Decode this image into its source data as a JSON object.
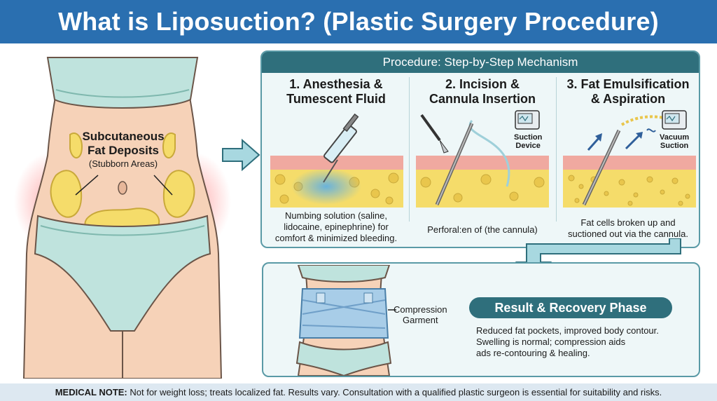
{
  "title": "What is Liposuction? (Plastic Surgery Procedure)",
  "body": {
    "fat_label_line1": "Subcutaneous",
    "fat_label_line2": "Fat Deposits",
    "fat_label_sub": "(Stubborn Areas)"
  },
  "procedure": {
    "header": "Procedure: Step-by-Step Mechanism",
    "steps": [
      {
        "title_line1": "1. Anesthesia &",
        "title_line2": "Tumescent Fluid",
        "desc_line1": "Numbing solution (saline,",
        "desc_line2": "lidocaine, epinephrine) for",
        "desc_line3": "comfort & minimized bleeding."
      },
      {
        "title_line1": "2. Incision &",
        "title_line2": "Cannula Insertion",
        "device_line1": "Suction",
        "device_line2": "Device",
        "desc_line1": "Perforal:en of (the cannula)"
      },
      {
        "title_line1": "3. Fat Emulsification",
        "title_line2": "& Aspiration",
        "device_line1": "Vacuum",
        "device_line2": "Suction",
        "desc_line1": "Fat cells broken up and",
        "desc_line2": "suctioned out via the cannula."
      }
    ]
  },
  "result": {
    "compression_line1": "Compression",
    "compression_line2": "Garment",
    "heading": "Result & Recovery Phase",
    "text_line1": "Reduced fat pockets, improved body contour.",
    "text_line2": "Swelling is normal; compression aids",
    "text_line3": "ads re-contouring & healing."
  },
  "note": {
    "label": "MEDICAL NOTE:",
    "text": " Not for weight loss; treats localized fat. Results vary. Consultation with a qualified plastic surgeon is essential for suitability and risks."
  },
  "colors": {
    "title_bar": "#2a6fb0",
    "panel_header": "#2f6f7c",
    "panel_bg": "#eef7f8",
    "panel_border": "#5a9aa6",
    "skin": "#f6d2b8",
    "fat": "#f5dc6a",
    "garment": "#bfe3dd",
    "tissue": "#f0a9a0"
  }
}
